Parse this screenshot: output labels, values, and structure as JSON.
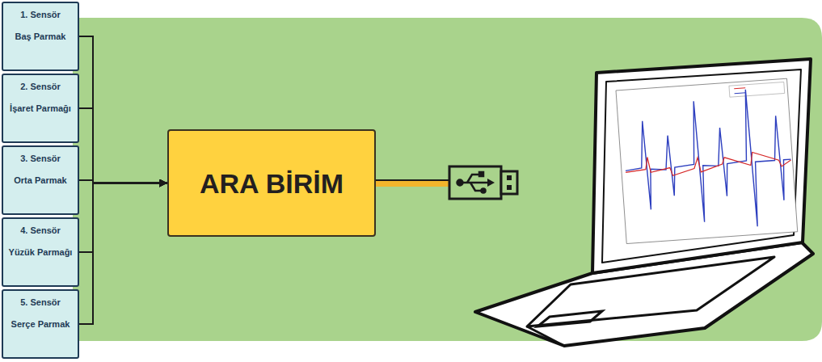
{
  "diagram": {
    "nodes": [
      {
        "text": [
          "1. Sensör",
          "Baş Parmak"
        ]
      },
      {
        "text": [
          "2. Sensör",
          "İşaret Parmağı"
        ]
      },
      {
        "text": [
          "3. Sensör",
          "Orta Parmak"
        ]
      },
      {
        "text": [
          "4. Sensör",
          "Yüzük Parmağı"
        ]
      },
      {
        "text": [
          "5. Sensör",
          "Serçe Parmak"
        ]
      },
      {
        "text": [
          "ARA BİRİM"
        ]
      }
    ],
    "edges": [
      {
        "from": 0,
        "to": 5,
        "arrow": "to"
      },
      {
        "from": 1,
        "to": 5,
        "arrow": "to"
      },
      {
        "from": 2,
        "to": 5,
        "arrow": "to"
      },
      {
        "from": 3,
        "to": 5,
        "arrow": "to"
      },
      {
        "from": 4,
        "to": 5,
        "arrow": "to"
      }
    ]
  }
}
